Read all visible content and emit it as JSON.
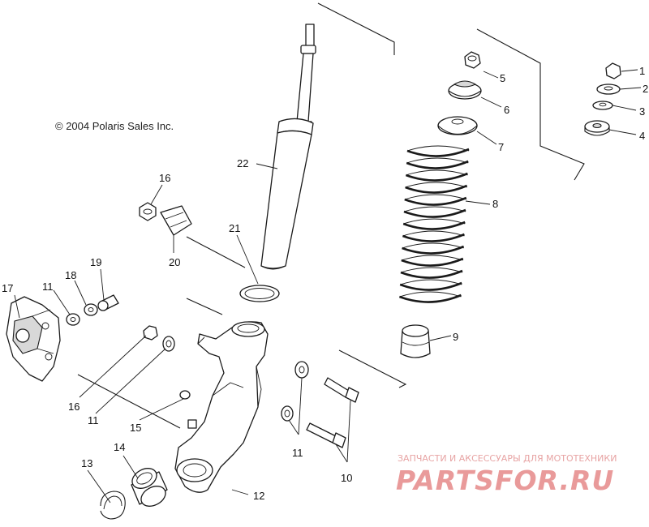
{
  "copyright": "© 2004 Polaris Sales Inc.",
  "labels": {
    "l1": "1",
    "l2": "2",
    "l3": "3",
    "l4": "4",
    "l5": "5",
    "l6": "6",
    "l7": "7",
    "l8": "8",
    "l9": "9",
    "l10": "10",
    "l11a": "11",
    "l11b": "11",
    "l11c": "11",
    "l12": "12",
    "l13": "13",
    "l14": "14",
    "l15": "15",
    "l16a": "16",
    "l16b": "16",
    "l17": "17",
    "l18": "18",
    "l19": "19",
    "l20": "20",
    "l21": "21",
    "l22": "22"
  },
  "watermark": {
    "tagline": "ЗАПЧАСТИ И АКСЕССУАРЫ ДЛЯ МОТОТЕХНИКИ",
    "brand": "PARTSFOR.RU"
  }
}
